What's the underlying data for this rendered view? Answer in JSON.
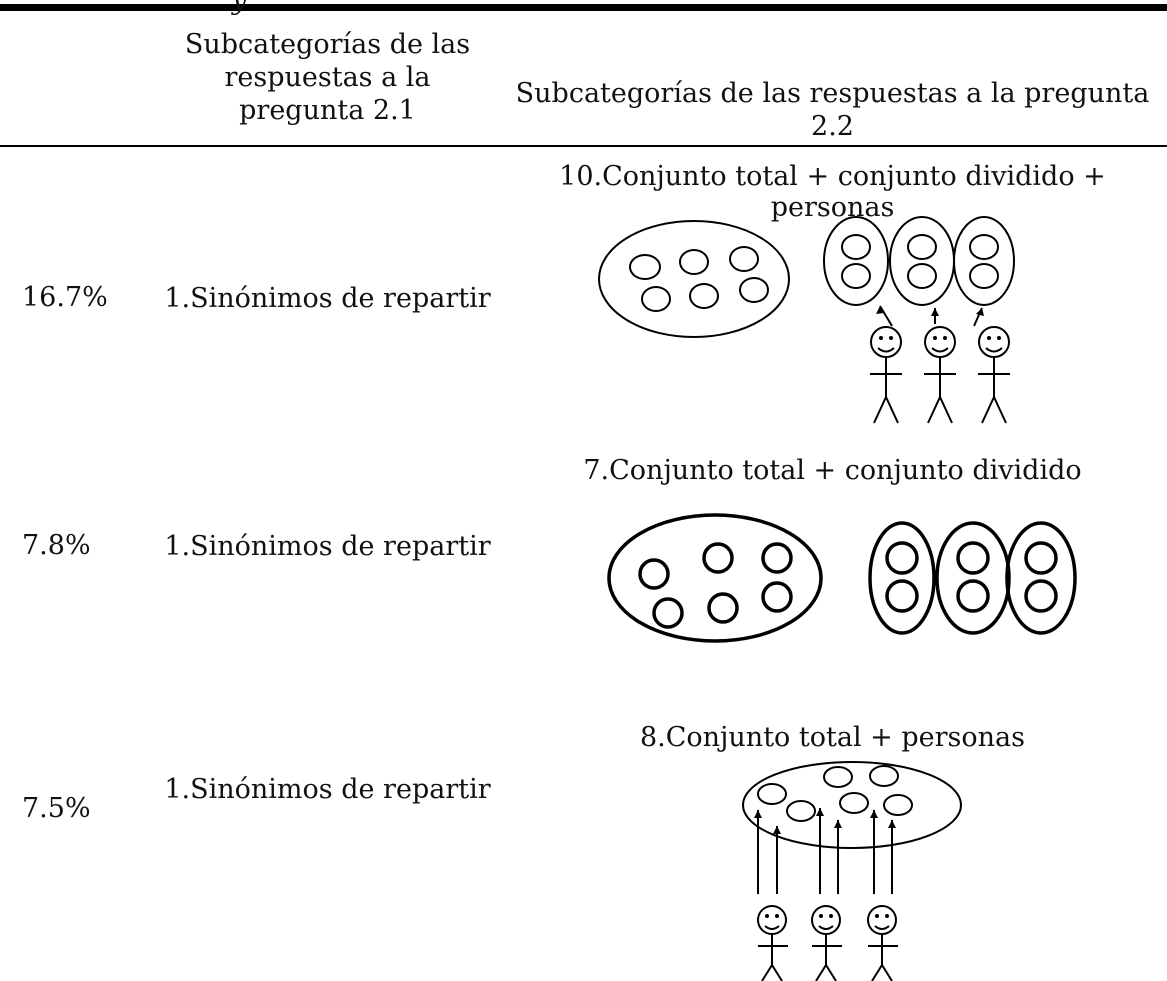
{
  "header": {
    "col_subcat_21": "Subcategorías de las respuestas a la pregunta 2.1",
    "col_subcat_22": "Subcategorías de las respuestas a la pregunta 2.2"
  },
  "rows": [
    {
      "percent": "16.7%",
      "category_21": "1.Sinónimos de repartir",
      "category_22": "10.Conjunto total + conjunto dividido + personas",
      "figure": "whole-set-divided-sets-people"
    },
    {
      "percent": "7.8%",
      "category_21": "1.Sinónimos de repartir",
      "category_22": "7.Conjunto total + conjunto dividido",
      "figure": "whole-set-divided-sets"
    },
    {
      "percent": "7.5%",
      "category_21": "1.Sinónimos de repartir",
      "category_22": "8.Conjunto total + personas",
      "figure": "whole-set-people"
    }
  ]
}
